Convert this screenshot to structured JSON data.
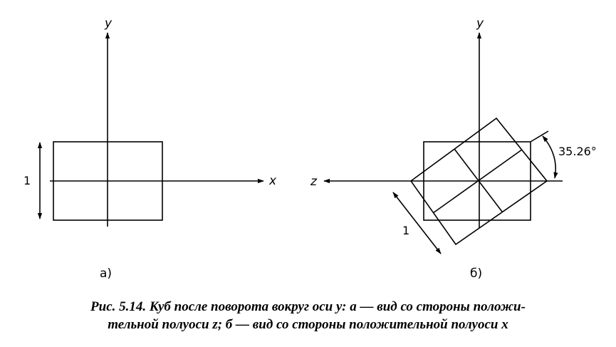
{
  "diagram_a": {
    "y_axis_label": "y",
    "x_axis_label": "x",
    "dimension_label": "1",
    "sublabel": "а)"
  },
  "diagram_b": {
    "y_axis_label": "y",
    "z_axis_label": "z",
    "dimension_label": "1",
    "angle_label": "35.26°",
    "sublabel": "б)"
  },
  "caption": {
    "line1": "Рис. 5.14. Куб после поворота вокруг оси у: а — вид со стороны положи-",
    "line2": "тельной полуоси z; б — вид со стороны положительной полуоси х"
  }
}
